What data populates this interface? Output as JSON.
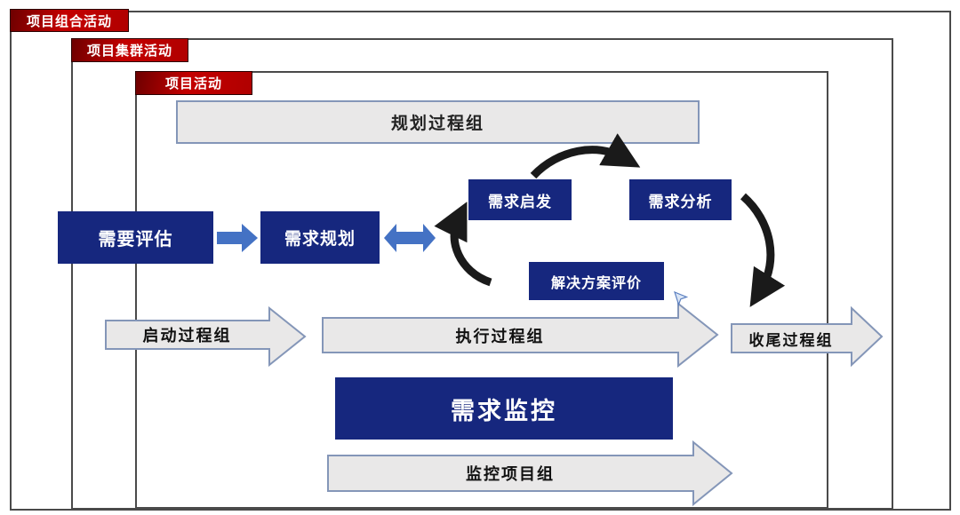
{
  "labels": {
    "portfolio": "项目组合活动",
    "program": "项目集群活动",
    "project": "项目活动"
  },
  "boxes": {
    "planning_group": "规划过程组",
    "needs_assessment": "需要评估",
    "requirements_planning": "需求规划",
    "requirements_elicitation": "需求启发",
    "requirements_analysis": "需求分析",
    "solution_evaluation": "解决方案评价",
    "requirements_monitoring": "需求监控"
  },
  "arrows": {
    "initiating_group": "启动过程组",
    "executing_group": "执行过程组",
    "closing_group": "收尾过程组",
    "monitoring_group": "监控项目组"
  },
  "colors": {
    "navy": "#16277E",
    "red_label": "#C00000",
    "accent_blue": "#4472C4",
    "gray_fill": "#E9E8E8",
    "gray_border": "#8496B8",
    "black_arrow": "#1A1A1A"
  }
}
